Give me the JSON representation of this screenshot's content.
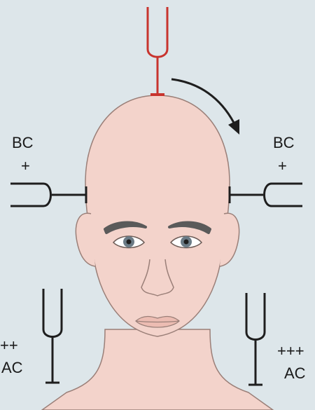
{
  "labels": {
    "bc_left": "BC",
    "bc_left_sign": "+",
    "bc_right": "BC",
    "bc_right_sign": "+",
    "ac_left_sign": "++",
    "ac_left": "AC",
    "ac_right_sign": "+++",
    "ac_right": "AC"
  },
  "colors": {
    "background": "#dde6ea",
    "skin": "#f3d3cb",
    "skin_outline": "#9a7f78",
    "fork_red": "#c8342e",
    "fork_dark": "#1e1e1e",
    "brow": "#5a5a5a",
    "iris": "#6b7b86"
  },
  "icons": {
    "top_fork": "tuning-fork-icon",
    "rotation_arrow": "curved-arrow-icon"
  }
}
